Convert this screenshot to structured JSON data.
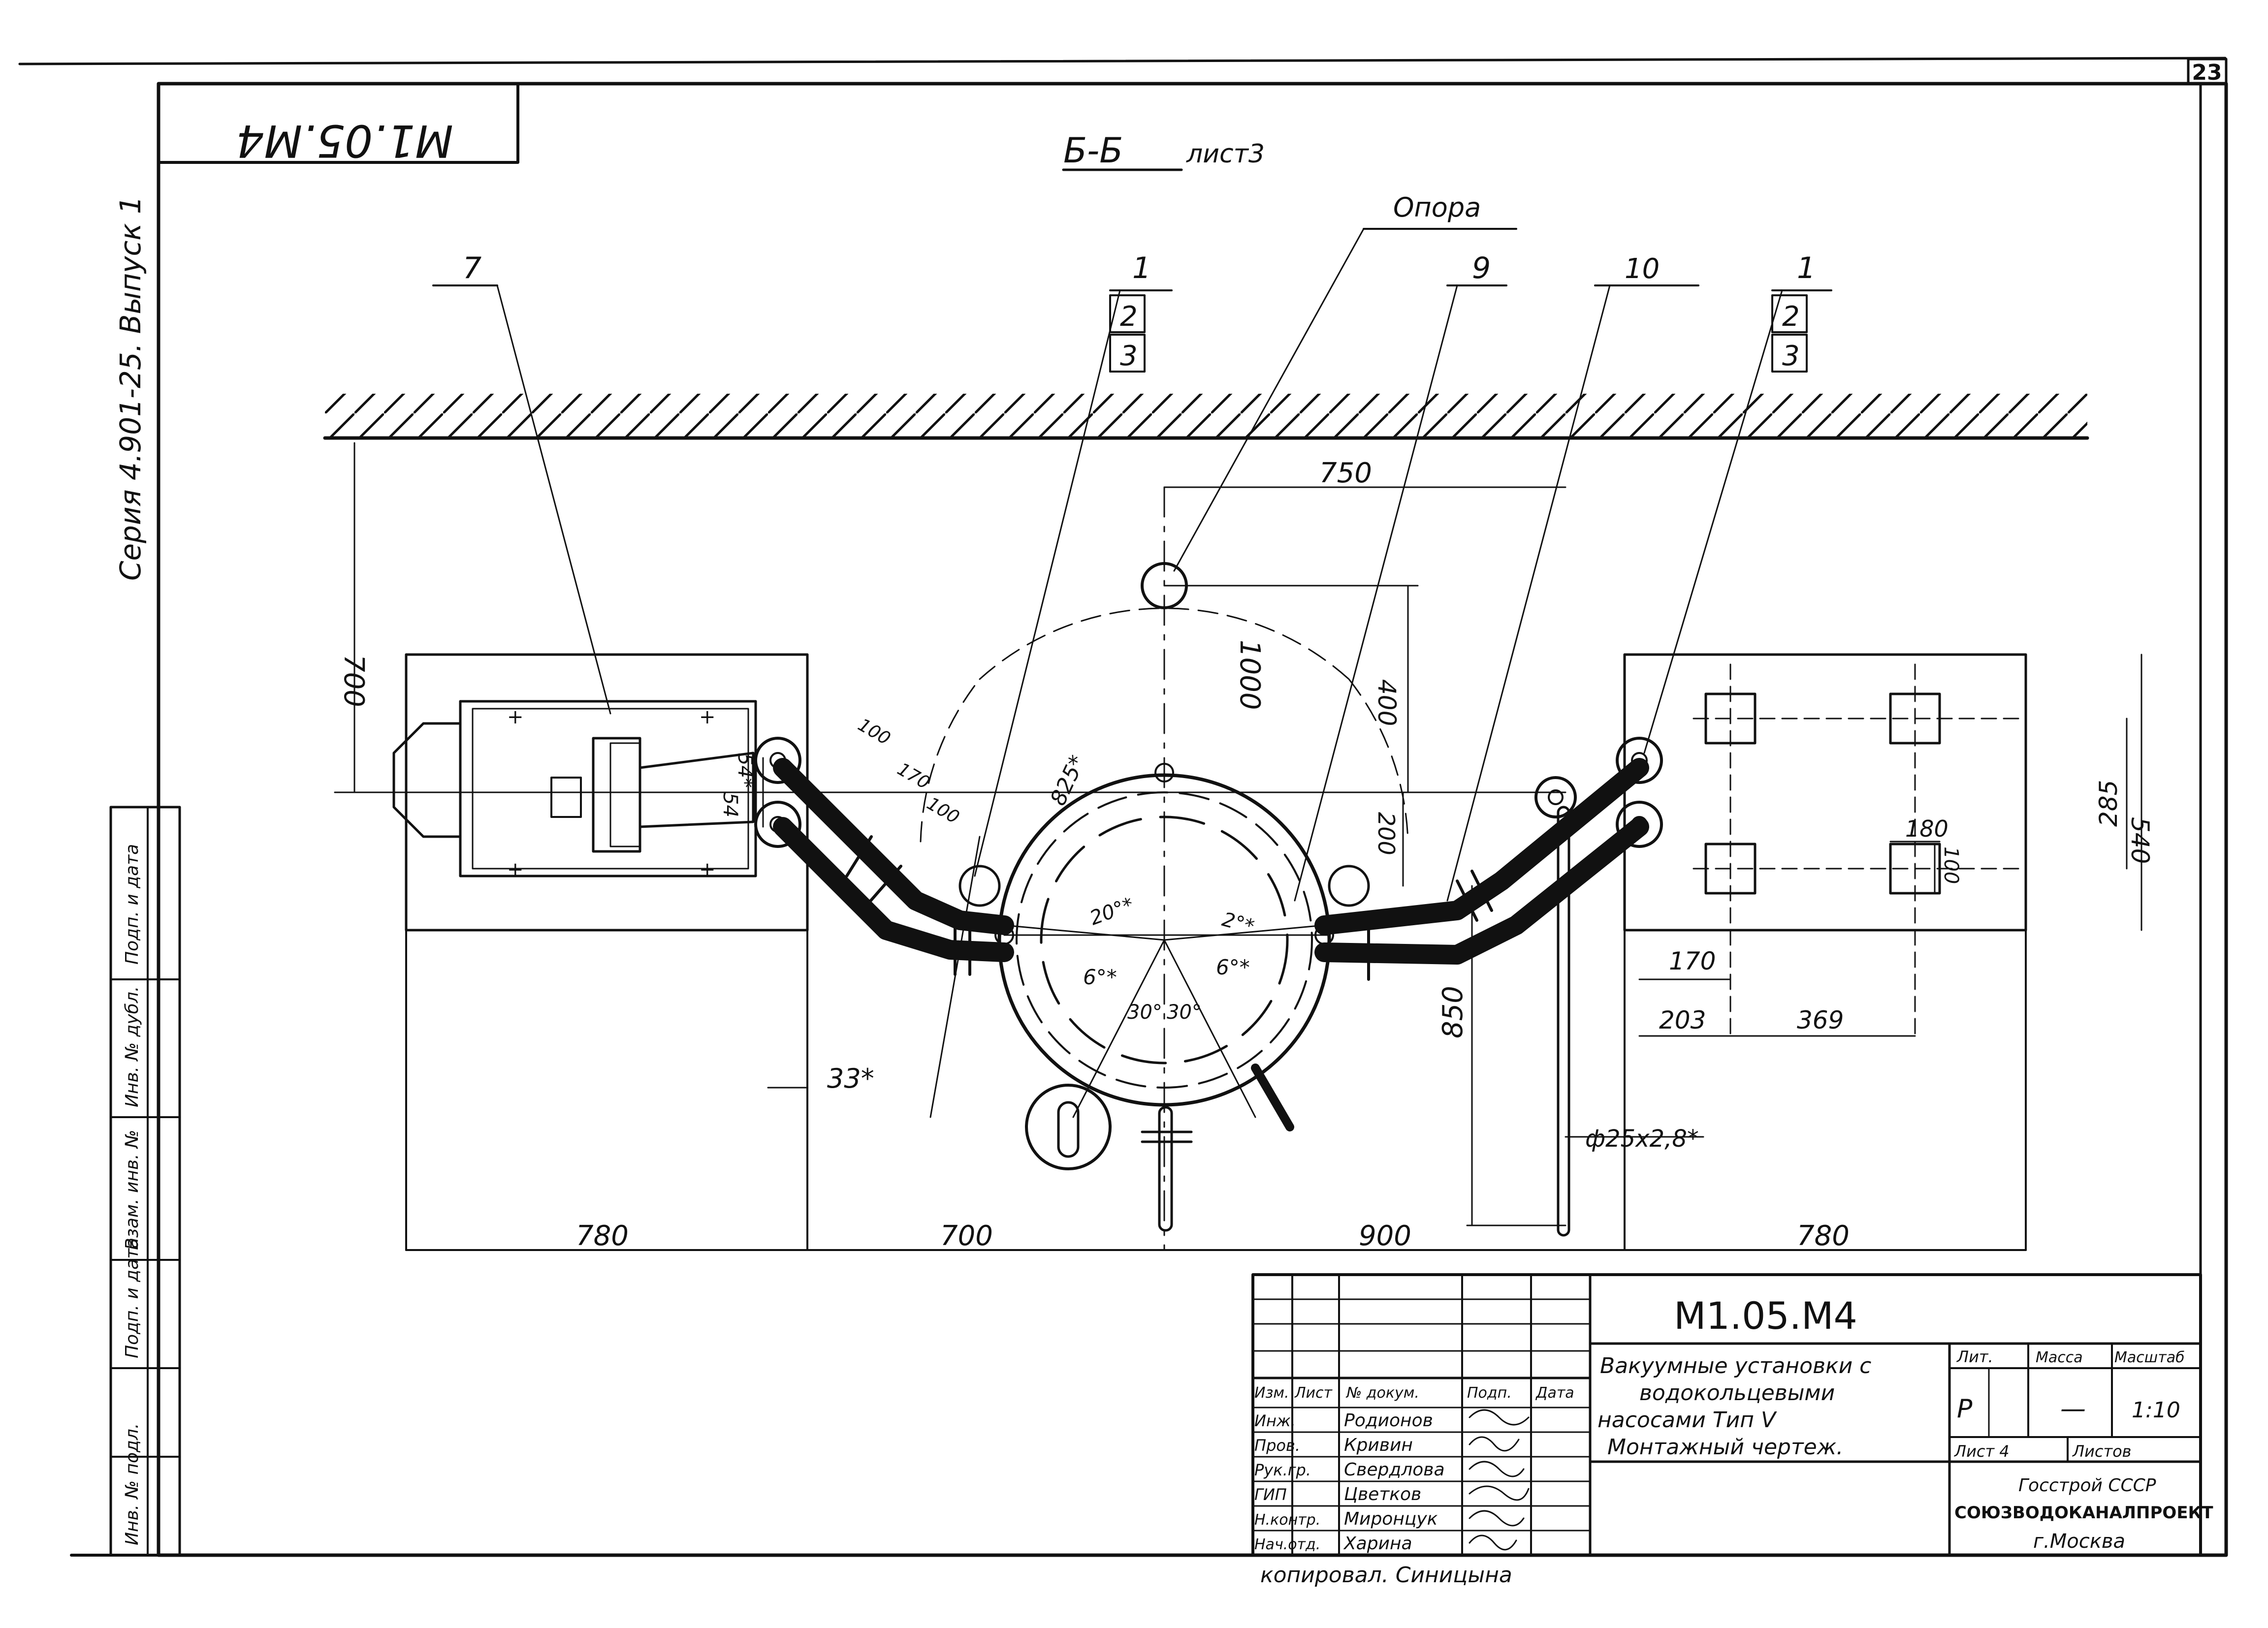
{
  "sheet": {
    "page_number": "23",
    "code_rotated": "М1.05.М4",
    "side_series": "Серия 4.901-25.  Выпуск 1",
    "side_fields": [
      "Подп. и дата",
      "Инв. № дубл.",
      "Взам. инв. №",
      "Подп. и дата",
      "Инв. № подл."
    ]
  },
  "drawing": {
    "section_label": "Б-Б",
    "section_sheet": "лист3",
    "callouts": {
      "item7": "7",
      "item1a": "1",
      "item2a": "2",
      "item3a": "3",
      "support": "Опора",
      "item9": "9",
      "item10": "10",
      "item1b": "1",
      "item2b": "2",
      "item3b": "3"
    },
    "dimensions": {
      "d700_vertical": "700",
      "d750": "750",
      "d1000": "1000",
      "d400": "400",
      "d200": "200",
      "d850": "850",
      "d285": "285",
      "d540": "540",
      "d180": "180",
      "d100_right": "100",
      "d170": "170",
      "d203": "203",
      "d369": "369",
      "d54a": "54*",
      "d54b": "54",
      "d100_a": "100",
      "d170_left": "170",
      "d100_b": "100",
      "d825": "825*",
      "ang20a": "20°*",
      "ang20b": "2°*",
      "ang6a": "6°*",
      "ang6b": "6°*",
      "ang30a": "30°",
      "ang30b": "30°",
      "d33": "33*",
      "pipe": "ф25х2,8*",
      "bottom_780a": "780",
      "bottom_700": "700",
      "bottom_900": "900",
      "bottom_780b": "780"
    }
  },
  "title_block": {
    "code": "М1.05.М4",
    "title_lines": [
      "Вакуумные установки с",
      "водокольцевыми",
      "насосами       Тип V",
      "Монтажный чертеж."
    ],
    "headers": {
      "izm": "Изм.",
      "list": "Лист",
      "ndoc": "№ докум.",
      "podp": "Подп.",
      "data": "Дата"
    },
    "roles": [
      {
        "role": "Инж.",
        "name": "Родионов"
      },
      {
        "role": "Пров.",
        "name": "Кривин"
      },
      {
        "role": "Рук.гр.",
        "name": "Свердлова"
      },
      {
        "role": "ГИП",
        "name": "Цветков"
      },
      {
        "role": "Н.контр.",
        "name": "Миронцук"
      },
      {
        "role": "Нач.отд.",
        "name": "Харина"
      }
    ],
    "lit_label": "Лит.",
    "mass_label": "Масса",
    "scale_label": "Масштаб",
    "lit_value": "Р",
    "mass_value": "—",
    "scale_value": "1:10",
    "sheet_label": "Лист 4",
    "sheets_label": "Листов",
    "org1": "Госстрой СССР",
    "org2": "СОЮЗВОДОКАНАЛПРОЕКТ",
    "org3": "г.Москва",
    "copied": "копировал. Синицына"
  }
}
